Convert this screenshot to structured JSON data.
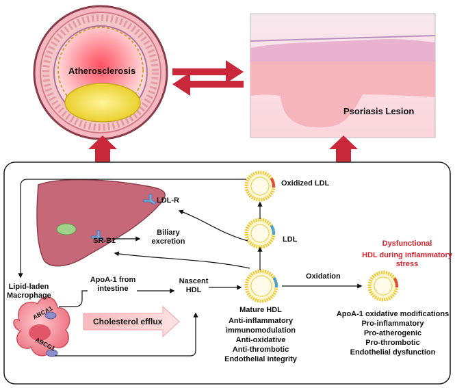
{
  "top": {
    "atherosclerosis_label": "Atherosclerosis",
    "psoriasis_label": "Psoriasis Lesion"
  },
  "pathway": {
    "oxidized_ldl": "Oxidized LDL",
    "ldl_r": "LDL-R",
    "ldl": "LDL",
    "sr_b1": "SR-B1",
    "biliary_excretion": [
      "Biliary",
      "excretion"
    ],
    "dysfunctional_hdl": [
      "Dysfunctional",
      "HDL during inflammatory",
      "stress"
    ],
    "lipid_laden_macrophage": [
      "Lipid-laden",
      "Macrophage"
    ],
    "apoa1_from_intestine": [
      "ApoA-1 from",
      "intestine"
    ],
    "nascent_hdl": [
      "Nascent",
      "HDL"
    ],
    "oxidation": "Oxidation",
    "abca1": "ABCA1",
    "abcg1": "ABCG1",
    "cholesterol_efflux": "Cholesterol efflux",
    "mature_hdl": "Mature HDL",
    "mature_hdl_properties": [
      "Anti-inflammatory",
      "immunomodulation",
      "Anti-oxidative",
      "Anti-thrombotic",
      "Endothelial integrity"
    ],
    "dysfunctional_properties": [
      "ApoA-1 oxidative modifications",
      "Pro-inflammatory",
      "Pro-atherogenic",
      "Pro-thrombotic",
      "Endothelial dysfunction"
    ]
  },
  "colors": {
    "arrow_red": "#c8283a",
    "label_red": "#d8222d",
    "liver": "#c66878",
    "hdl_ring": "#f1c52a",
    "receptor_blue": "#7fa8d8",
    "macrophage": "#f07b88"
  }
}
